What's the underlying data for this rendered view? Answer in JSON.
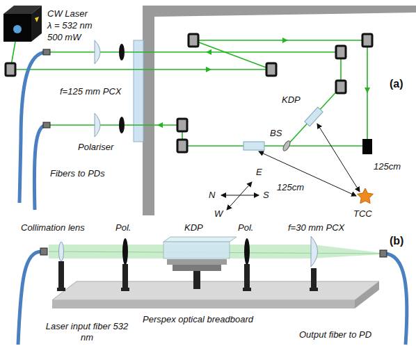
{
  "diagram": {
    "labels": [
      "CW Laser",
      "λ = 532 nm",
      "500 mW",
      "f=125 mm PCX",
      "Polariser",
      "Fibers to PDs",
      "(a)",
      "KDP",
      "BS",
      "125cm",
      "125cm",
      "TCC",
      "N",
      "S",
      "E",
      "W",
      "(b)",
      "Collimation lens",
      "Pol.",
      "KDP",
      "Pol.",
      "f=30 mm PCX",
      "Perspex optical breadboard",
      "Laser input fiber 532 nm",
      "Output fiber to PD"
    ]
  }
}
